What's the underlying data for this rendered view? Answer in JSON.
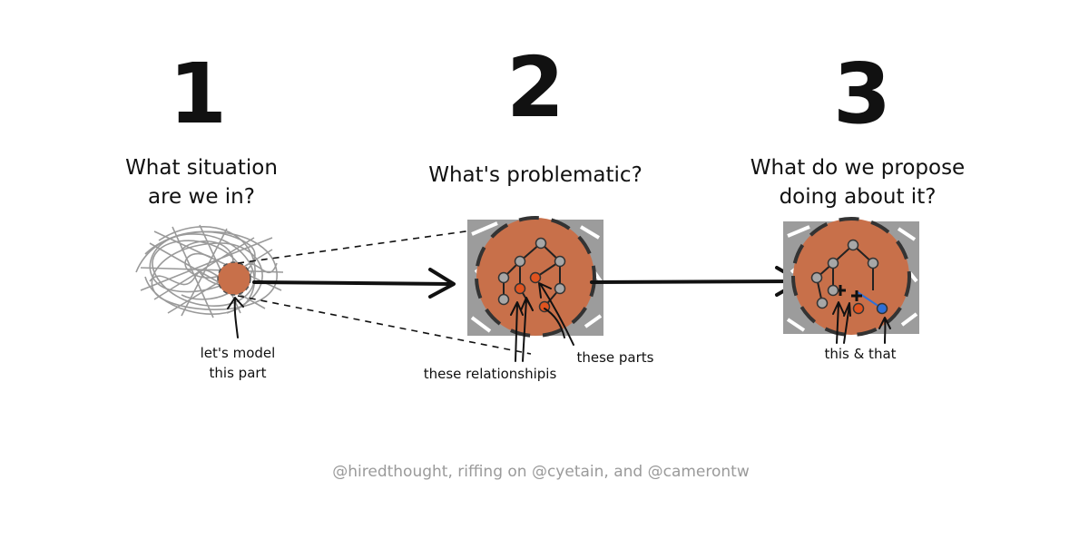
{
  "steps": [
    {
      "number": "1",
      "question_line1": "What situation",
      "question_line2": "are we in?",
      "annotation_line1": "let's model",
      "annotation_line2": "this part"
    },
    {
      "number": "2",
      "question_line1": "What's problematic?",
      "annotation_relationships": "these relationshipis",
      "annotation_parts": "these parts"
    },
    {
      "number": "3",
      "question_line1": "What do we propose",
      "question_line2": "doing about it?",
      "annotation": "this & that"
    }
  ],
  "credit": "@hiredthought, riffing on @cyetain, and @camerontw",
  "colors": {
    "circle_fill": "#c8704a",
    "frame_gray": "#9c9c9c",
    "node_gray": "#a7a7a7",
    "node_orange": "#e0531f",
    "node_blue": "#2f6fd6",
    "ink": "#111111",
    "credit_gray": "#9a9a9a"
  }
}
